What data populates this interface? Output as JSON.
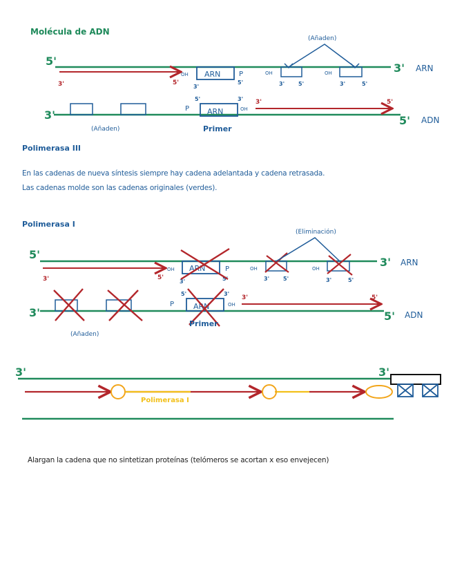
{
  "sections": {
    "molecula_title": "Molécula de ADN",
    "pol3_title": "Polimerasa III",
    "pol1_title": "Polimerasa I"
  },
  "notes": {
    "line1": "En las cadenas de nueva síntesis siempre hay cadena adelantada y cadena retrasada.",
    "line2": "Las cadenas molde son las cadenas originales (verdes).",
    "line3": "Alargan la cadena que no sintetizan proteínas (telómeros se acortan x eso envejecen)"
  },
  "labels": {
    "five_prime": "5'",
    "three_prime": "3'",
    "arn": "ARN",
    "adn": "ADN",
    "oh": "OH",
    "p": "P",
    "primer": "Primer",
    "anaden": "(Añaden)",
    "eliminacion": "(Eliminación)",
    "polimerasa_i": "Polimerasa I"
  },
  "colors": {
    "green": "#1f8a5b",
    "red": "#b3262b",
    "blue": "#1f5c99",
    "yellow": "#f2c01a",
    "orange": "#f2a51a",
    "black": "#111111"
  }
}
